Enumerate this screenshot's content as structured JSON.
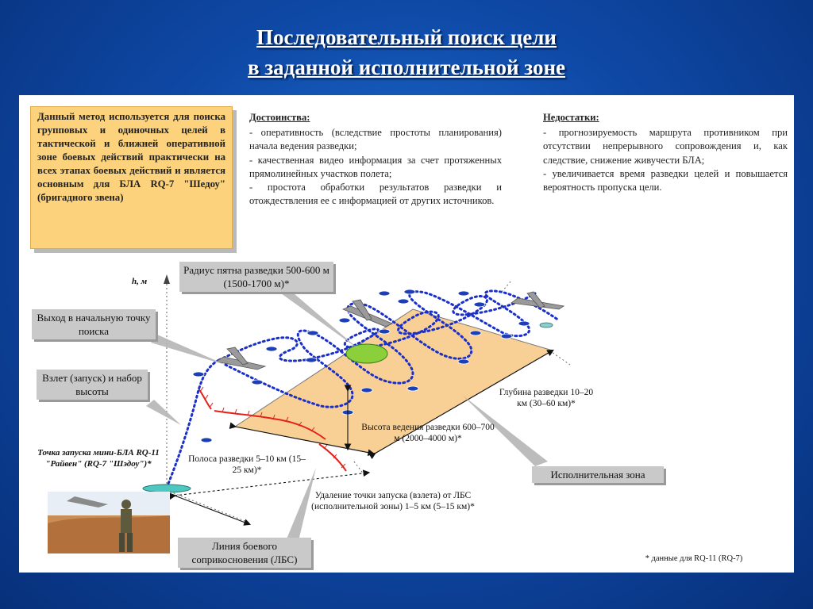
{
  "title": {
    "line1": "Последовательный поиск цели ",
    "line2": "в заданной исполнительной зоне"
  },
  "intro": "Данный метод используется для поиска групповых и одиночных целей в тактической и ближней оперативной зоне боевых действий практически на всех этапах боевых действий и является основным для БЛА RQ-7 \"Шедоу\" (бригадного звена)",
  "advantages": {
    "heading": "Достоинства:",
    "items": [
      "- оперативность (вследствие простоты планирования) начала ведения разведки;",
      "- качественная видео информация за счет протяженных прямолинейных участков полета;",
      "- простота обработки результатов разведки и отождествления ее с информацией от других источников."
    ]
  },
  "disadvantages": {
    "heading": "Недостатки:",
    "items": [
      "- прогнозируемость маршрута противником при отсутствии непрерывного сопровождения и, как следствие, снижение живучести БЛА;",
      "- увеличивается время разведки целей и повышается вероятность пропуска цели."
    ]
  },
  "callouts": {
    "radius": "Радиус пятна разведки 500-600 м (1500-1700 м)*",
    "exit": "Выход в начальную точку поиска",
    "takeoff": "Взлет (запуск) и набор высоты",
    "zone": "Исполнительная зона",
    "line": "Линия боевого соприкосновения (ЛБС)"
  },
  "labels": {
    "axis": "h, м",
    "launch_point": "Точка запуска мини-БЛА RQ-11 \"Райвен\" (RQ-7 \"Шэдоу\")*",
    "strip": "Полоса разведки 5–10 км (15–25 км)*",
    "depth": "Глубина разведки 10–20 км (30–60 км)*",
    "height": "Высота ведения разведки 600–700 м (2000–4000 м)*",
    "distance": "Удаление точки запуска (взлета) от ЛБС (исполнительной зоны) 1–5 км (5–15 км)*",
    "footnote": "* данные для RQ-11 (RQ-7)"
  },
  "colors": {
    "background": "#0f4aa8",
    "intro_box": "#fdd27c",
    "zone_fill": "#f8cf95",
    "path": "#1a2fc9",
    "spot": "#8bd03a",
    "frontline": "#e2231a",
    "callout": "#c9c9c9"
  }
}
